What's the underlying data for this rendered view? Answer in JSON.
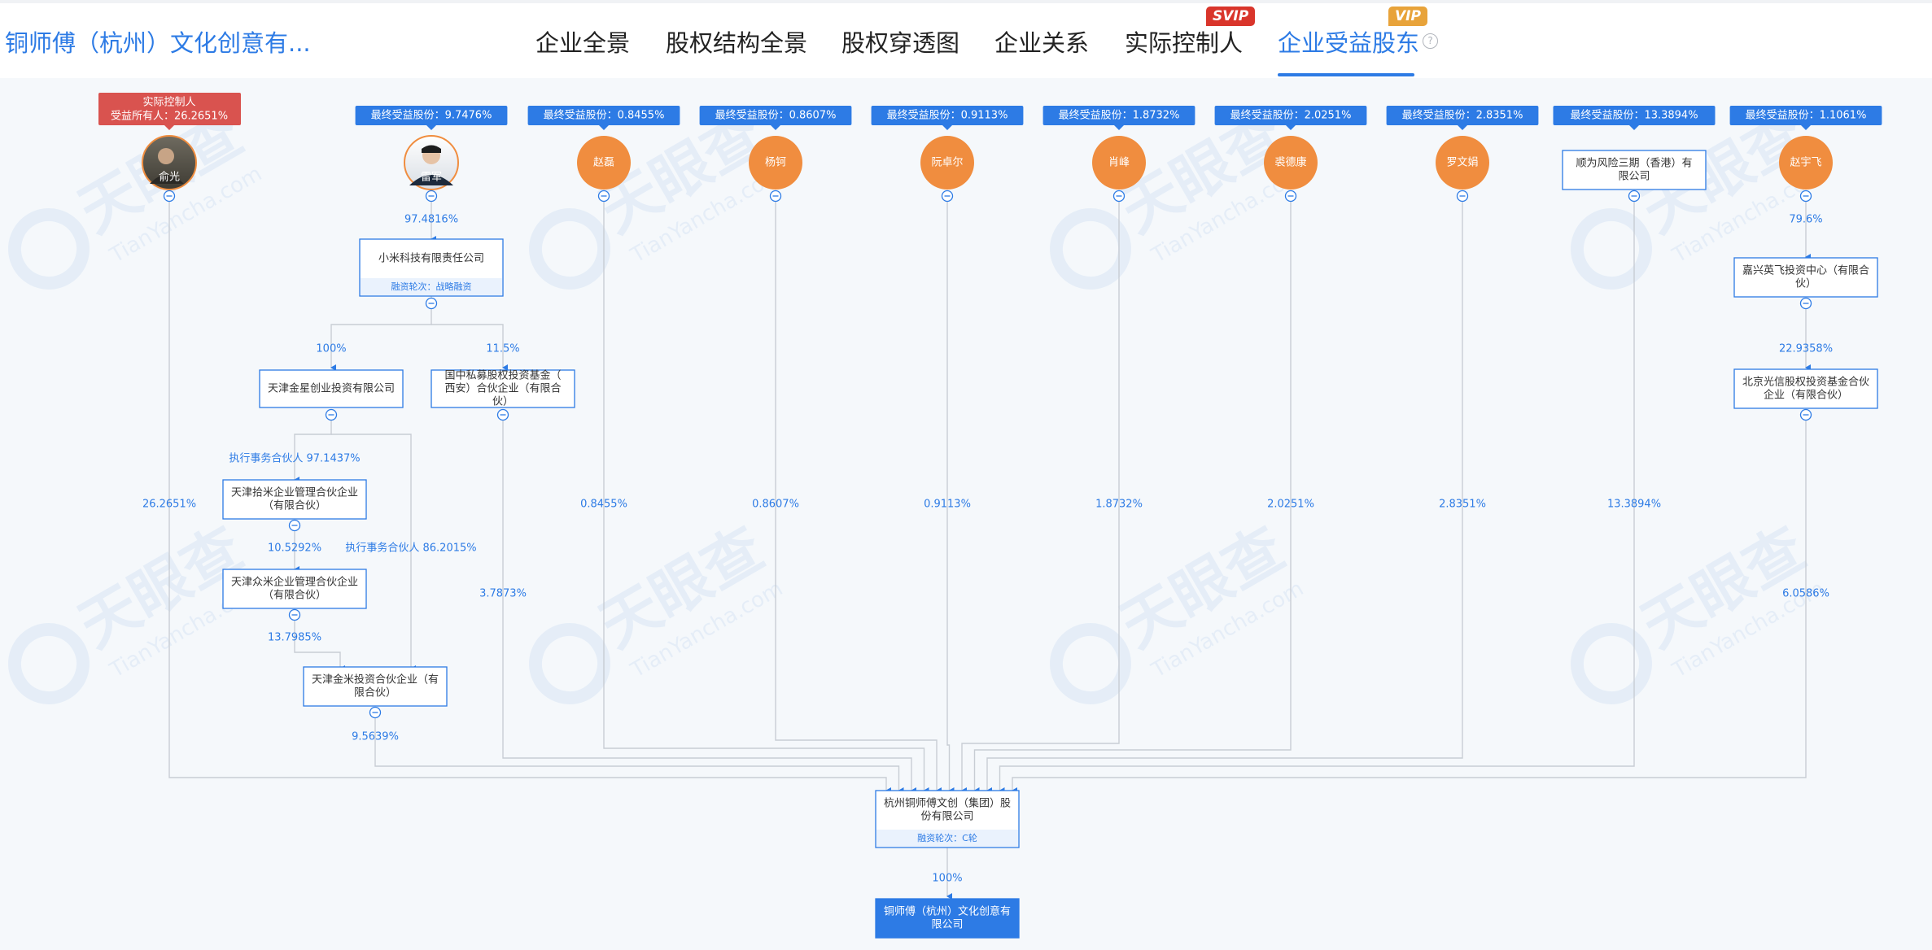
{
  "header": {
    "company_title": "铜师傅（杭州）文化创意有...",
    "tabs": [
      {
        "label": "企业全景",
        "active": false
      },
      {
        "label": "股权结构全景",
        "active": false
      },
      {
        "label": "股权穿透图",
        "active": false
      },
      {
        "label": "企业关系",
        "active": false
      },
      {
        "label": "实际控制人",
        "active": false,
        "badge": "SVIP"
      },
      {
        "label": "企业受益股东",
        "active": true,
        "badge": "VIP"
      }
    ],
    "help_icon": "question-circle-icon"
  },
  "colors": {
    "accent": "#2d7be5",
    "controller_tag": "#d9534f",
    "person_circle": "#f08d3f",
    "line": "#c8cdd4",
    "canvas_bg": "#f5f8fb"
  },
  "watermark": {
    "cn": "天眼查",
    "en": "TianYancha.com"
  },
  "controller_tag": {
    "line1": "实际控制人",
    "line2": "受益所有人：26.2651%"
  },
  "shareholders": [
    {
      "name": "俞光",
      "photo": true,
      "tag": null,
      "path": "26.2651%"
    },
    {
      "name": "雷军",
      "photo": true,
      "tag": "最终受益股份：9.7476%"
    },
    {
      "name": "赵磊",
      "tag": "最终受益股份：0.8455%",
      "path": "0.8455%"
    },
    {
      "name": "杨钶",
      "tag": "最终受益股份：0.8607%",
      "path": "0.8607%"
    },
    {
      "name": "阮卓尔",
      "tag": "最终受益股份：0.9113%",
      "path": "0.9113%"
    },
    {
      "name": "肖峰",
      "tag": "最终受益股份：1.8732%",
      "path": "1.8732%"
    },
    {
      "name": "裘德康",
      "tag": "最终受益股份：2.0251%",
      "path": "2.0251%"
    },
    {
      "name": "罗文娟",
      "tag": "最终受益股份：2.8351%",
      "path": "2.8351%"
    },
    {
      "name": "顺为风险三期（香港）有限公司",
      "tag": "最终受益股份：13.3894%",
      "path": "13.3894%"
    },
    {
      "name": "赵宇飞",
      "tag": "最终受益股份：1.1061%"
    }
  ],
  "companies": {
    "xiaomi": {
      "name": "小米科技有限责任公司",
      "round": "融资轮次：战略融资"
    },
    "jinxing": {
      "name": "天津金星创业投资有限公司"
    },
    "guozhong": {
      "name": "国中私募股权投资基金（西安）合伙企业（有限合伙）"
    },
    "shimi": {
      "name": "天津拾米企业管理合伙企业（有限合伙）"
    },
    "zhongmi": {
      "name": "天津众米企业管理合伙企业（有限合伙）"
    },
    "jinmi": {
      "name": "天津金米投资合伙企业（有限合伙）"
    },
    "yingfei": {
      "name": "嘉兴英飞投资中心（有限合伙）"
    },
    "guangxin": {
      "name": "北京光信股权投资基金合伙企业（有限合伙）"
    },
    "target": {
      "name": "杭州铜师傅文创（集团）股份有限公司",
      "round": "融资轮次：C轮"
    },
    "final": {
      "name": "铜师傅（杭州）文化创意有限公司"
    }
  },
  "edges": {
    "leijun_xiaomi": "97.4816%",
    "xiaomi_jinxing": "100%",
    "xiaomi_guozhong": "11.5%",
    "jinxing_shimi": "执行事务合伙人 97.1437%",
    "shimi_zhongmi": "10.5292%",
    "jinxing_jinmi": "执行事务合伙人 86.2015%",
    "zhongmi_jinmi": "13.7985%",
    "jinmi_target": "9.5639%",
    "guozhong_target": "3.7873%",
    "zhaoyufei_yingfei": "79.6%",
    "yingfei_guangxin": "22.9358%",
    "guangxin_target": "6.0586%",
    "target_final": "100%"
  }
}
